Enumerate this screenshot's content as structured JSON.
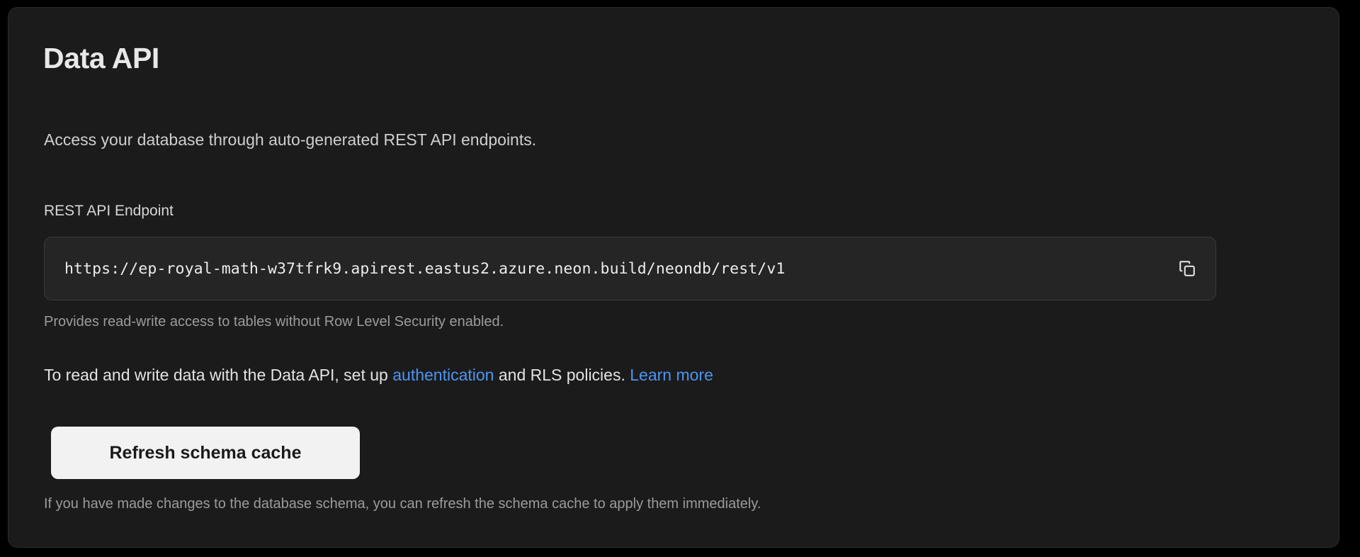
{
  "theme": {
    "page_background": "#000000",
    "card_background": "#1b1b1b",
    "card_border": "#2c2c2c",
    "input_background": "#252525",
    "link_color": "#4d94f0",
    "button_background": "#f2f2f2",
    "button_text": "#1a1a1a",
    "muted_text": "#9b9b9b",
    "primary_text": "#e8e8e8"
  },
  "card": {
    "title": "Data API",
    "description": "Access your database through auto-generated REST API endpoints.",
    "endpoint": {
      "label": "REST API Endpoint",
      "value": "https://ep-royal-math-w37tfrk9.apirest.eastus2.azure.neon.build/neondb/rest/v1",
      "placeholder": "https://",
      "copy_icon": "copy-icon",
      "help_text": "Provides read-write access to tables without Row Level Security enabled."
    },
    "auth_note": {
      "prefix": "To read and write data with the Data API, set up ",
      "link_1": "authentication",
      "middle": " and RLS policies. ",
      "link_2": "Learn more"
    },
    "refresh": {
      "button_label": "Refresh schema cache",
      "help_text": "If you have made changes to the database schema, you can refresh the schema cache to apply them immediately."
    }
  }
}
